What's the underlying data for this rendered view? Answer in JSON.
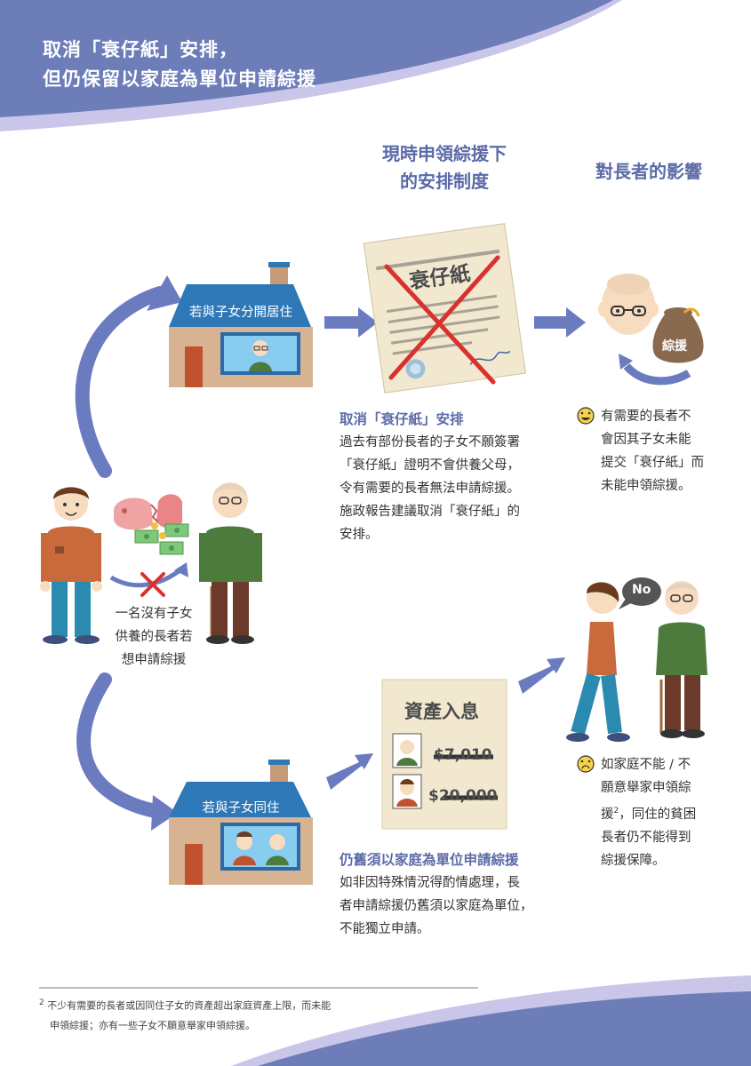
{
  "header": {
    "title_line1": "取消「衰仔紙」安排，",
    "title_line2": "但仍保留以家庭為單位申請綜援"
  },
  "columns": {
    "current_arrangement_line1": "現時申領綜援下",
    "current_arrangement_line2": "的安排制度",
    "impact_on_elderly": "對長者的影響"
  },
  "top_branch": {
    "house_label": "若與子女分開居住",
    "document_label": "衰仔紙",
    "money_bag_label": "綜援",
    "section_title": "取消「衰仔紙」安排",
    "description_lines": [
      "過去有部份長者的子女不願簽署",
      "「衰仔紙」證明不會供養父母，",
      "令有需要的長者無法申請綜援。",
      "施政報告建議取消「衰仔紙」的",
      "安排。"
    ],
    "impact_lines": [
      "有需要的長者不",
      "會因其子女未能",
      "提交「衰仔紙」而",
      "未能申領綜援。"
    ]
  },
  "left_scenario": {
    "caption_lines": [
      "一名沒有子女",
      "供養的長者若",
      "想申請綜援"
    ]
  },
  "bottom_branch": {
    "house_label": "若與子女同住",
    "paper_title": "資產入息",
    "amount_1": "$7,010",
    "amount_2": "$20,000",
    "speech_bubble": "No",
    "section_title": "仍舊須以家庭為單位申請綜援",
    "description_lines": [
      "如非因特殊情況得酌情處理，長",
      "者申請綜援仍舊須以家庭為單位，",
      "不能獨立申請。"
    ],
    "impact_line1": "如家庭不能 / 不",
    "impact_line2": "願意舉家申領綜",
    "impact_line3_before": "援",
    "impact_line3_sup": "2",
    "impact_line3_after": "，同住的貧困",
    "impact_line4": "長者仍不能得到",
    "impact_line5": "綜援保障。"
  },
  "footnote": {
    "number": "2",
    "line1": "不少有需要的長者或因同住子女的資產超出家庭資產上限，而未能",
    "line2": "申領綜援；亦有一些子女不願意舉家申領綜援。"
  },
  "colors": {
    "header_blue": "#6c7db8",
    "header_lavender": "#c9c6ea",
    "accent_blue": "#5b6aa8",
    "arrow_blue": "#6b7bbf",
    "house_roof": "#2f78b8",
    "house_wall": "#d7b391",
    "cross_red": "#d9322e",
    "paper": "#f1e8cf"
  },
  "icons": {
    "positive_face": "smiling-face-icon",
    "negative_face": "frowning-face-icon"
  }
}
